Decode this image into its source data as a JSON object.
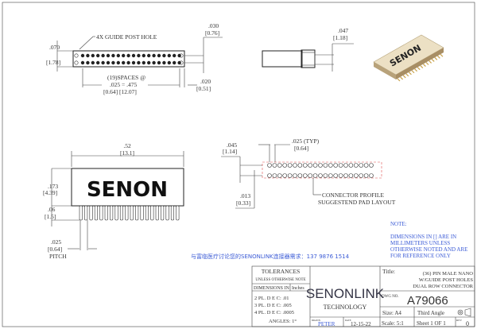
{
  "top_view": {
    "guide_hole_label": "4X GUIDE POST HOLE",
    "height_in": ".070",
    "height_mm": "[1.78]",
    "row_offset_in": ".030",
    "row_offset_mm": "[0.76]",
    "spaces_line1": "(19)SPACES @",
    "spaces_line2": ".025 = .475",
    "spaces_line3": "[0.64] [12.07]",
    "edge_in": ".020",
    "edge_mm": "[0.51]"
  },
  "side_view": {
    "dim_in": ".047",
    "dim_mm": "[1.18]"
  },
  "render_3d": {
    "brand": "SENON"
  },
  "front_view": {
    "brand": "SENON",
    "width_in": ".52",
    "width_mm": "[13.1]",
    "height_in": ".173",
    "height_mm": "[4.39]",
    "pin_in": ".06",
    "pin_mm": "[1.5]",
    "pitch_in": ".025",
    "pitch_mm": "[0.64]",
    "pitch_label": "PITCH"
  },
  "pad_layout": {
    "pitch_in": ".025 (TYP)",
    "pitch_mm": "[0.64]",
    "row_in": ".045",
    "row_mm": "[1.14]",
    "pad_in": ".013",
    "pad_mm": "[0.33]",
    "label_line1": "CONNECTOR PROFILE",
    "label_line2": "SUGGESTEND PAD LAYOUT"
  },
  "notes": {
    "heading": "NOTE:",
    "lines": [
      "DIMENSIONS IN [] ARE IN",
      "MILLIMETERS UNLESS",
      "OTHERWISE NOTED AND ARE",
      "FOR REFERENCE ONLY"
    ]
  },
  "contact_line": "与富临医疗讨论您的SENONLINK连接器需求：137 9876 1514",
  "title_block": {
    "tolerances": "TOLERANCES",
    "unless": "UNLESS OTHERWISE NOTE",
    "dimensions_in": "DIMENSIONS IN",
    "units": "Inches",
    "dec2": "2 PL. D E C: .01",
    "dec3": "3 PL. D E C: .005",
    "dec4": "4 PL. D E C: .0005",
    "angles": "ANGLES: 1°",
    "company": "SENONLINK",
    "company_sub": "TECHNOLOGY",
    "drawn_label": "DRAWN",
    "drawn_by": "PETER",
    "date_label": "DATE",
    "date": "12-15-22",
    "title_label": "Title:",
    "title_lines": [
      "(36) PIN MALE NANO",
      "W/GUIDE POST HOLES",
      "DUAL ROW CONNECTOR"
    ],
    "dwg_label": "DWG NO.",
    "dwg_no": "A79066",
    "size": "Size: A4",
    "projection": "Third Angle",
    "scale": "Scale: 5:1",
    "sheet": "Sheet 1 OF 1",
    "rev_label": "REV",
    "rev": "0"
  },
  "colors": {
    "note_text": "#3b5bd6",
    "pad_outline": "#e05050",
    "body_3d": "#d8c8a8",
    "pins_3d": "#c9a24a"
  }
}
